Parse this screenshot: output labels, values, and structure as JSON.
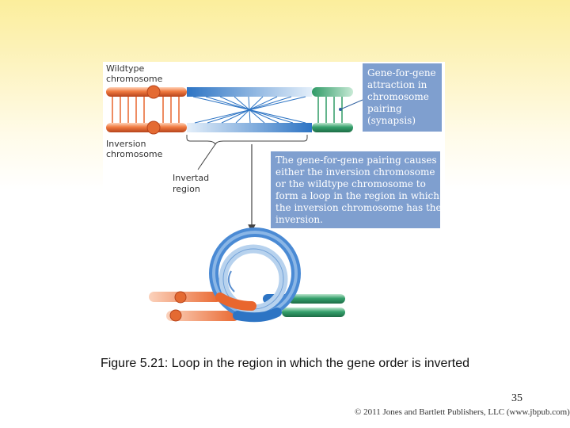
{
  "figure": {
    "labels": {
      "wildtype_line1": "Wildtype",
      "wildtype_line2": "chromosome",
      "inversion_line1": "Inversion",
      "inversion_line2": "chromosome",
      "inverted_line1": "Invertad",
      "inverted_line2": "region"
    },
    "callout_top": {
      "lines": [
        "Gene-for-gene",
        "attraction in",
        "chromosome",
        "pairing",
        "(synapsis)"
      ]
    },
    "callout_mid": {
      "lines": [
        "The gene-for-gene pairing causes",
        "either the inversion chromosome",
        "or the wildtype chromosome to",
        "form a loop in the region in which",
        "the inversion chromosome has the",
        "inversion."
      ]
    },
    "colors": {
      "orange": "#e9662e",
      "blue": "#2d74c4",
      "light_blue": "#b7d2ee",
      "green": "#2f9a66",
      "callout_bg": "#7f9fcf"
    }
  },
  "caption": "Figure 5.21: Loop in the region in which the gene order is inverted",
  "slide_number": "35",
  "copyright": "© 2011 Jones and Bartlett Publishers, LLC (www.jbpub.com)"
}
